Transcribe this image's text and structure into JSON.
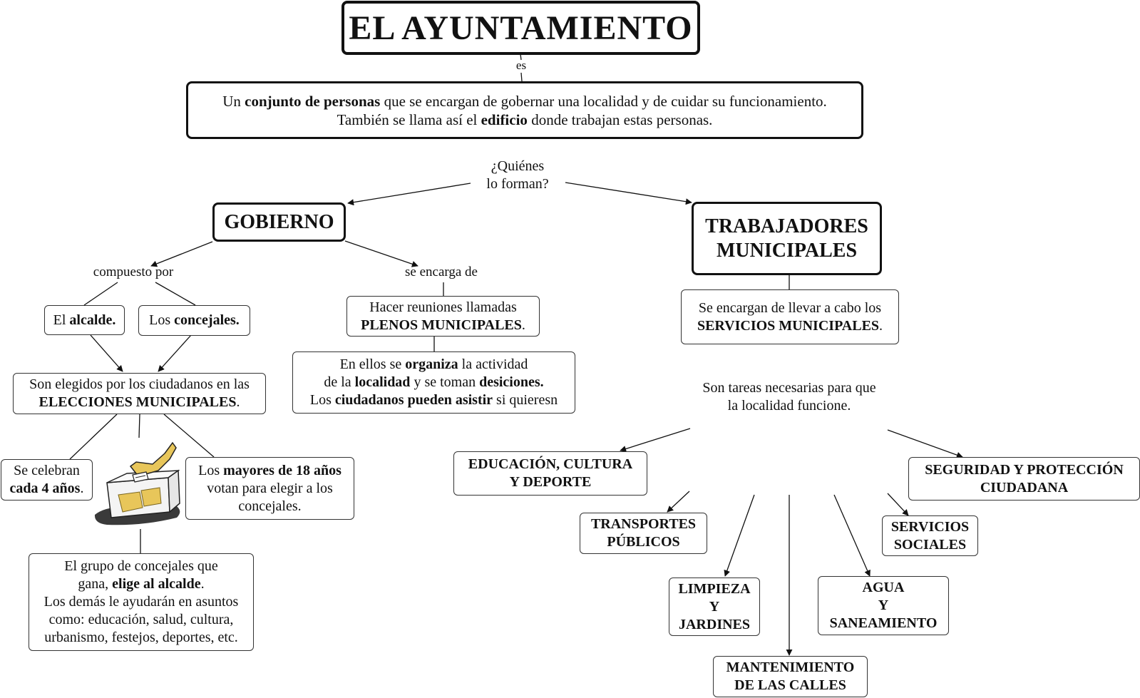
{
  "title": "EL AYUNTAMIENTO",
  "link_labels": {
    "es": "es",
    "quienes_1": "¿Quiénes",
    "quienes_2": "lo forman?",
    "compuesto": "compuesto por",
    "encarga": "se encarga de",
    "tareas_1": "Son tareas necesarias para que",
    "tareas_2": "la localidad funcione."
  },
  "definition": {
    "l1_a": "Un ",
    "l1_b": "conjunto de personas",
    "l1_c": " que se encargan de gobernar una localidad y de cuidar su funcionamiento.",
    "l2_a": "También se llama así el ",
    "l2_b": "edificio",
    "l2_c": " donde trabajan estas personas."
  },
  "gobierno": {
    "title": "GOBIERNO",
    "alcalde_a": "El ",
    "alcalde_b": "alcalde.",
    "concejales_a": "Los ",
    "concejales_b": "concejales.",
    "elecciones_1": "Son elegidos por los ciudadanos en las",
    "elecciones_2b": "ELECCIONES MUNICIPALES",
    "elecciones_2c": ".",
    "celebran_1": "Se celebran",
    "celebran_2b": "cada 4 años",
    "celebran_2c": ".",
    "mayores_1a": "Los ",
    "mayores_1b": "mayores de 18 años",
    "mayores_2": "votan para elegir a los",
    "mayores_3": "concejales.",
    "grupo_1": "El grupo de concejales que",
    "grupo_2a": "gana, ",
    "grupo_2b": "elige al alcalde",
    "grupo_2c": ".",
    "grupo_3": "Los demás le ayudarán en asuntos",
    "grupo_4": "como: educación, salud, cultura,",
    "grupo_5": "urbanismo, festejos, deportes, etc.",
    "plenos_1": "Hacer reuniones llamadas",
    "plenos_2b": "PLENOS MUNICIPALES",
    "plenos_2c": ".",
    "ellos_1a": "En ellos se ",
    "ellos_1b": "organiza",
    "ellos_1c": " la actividad",
    "ellos_2a": "de la ",
    "ellos_2b": "localidad",
    "ellos_2c": " y se toman ",
    "ellos_2d": "desiciones.",
    "ellos_3a": "Los ",
    "ellos_3b": "ciudadanos pueden asistir",
    "ellos_3c": " si quieresn"
  },
  "trabajadores": {
    "title_1": "TRABAJADORES",
    "title_2": "MUNICIPALES",
    "servicios_1": "Se encargan de llevar a cabo los",
    "servicios_2b": "SERVICIOS MUNICIPALES",
    "servicios_2c": ".",
    "educacion_1": "EDUCACIÓN, CULTURA",
    "educacion_2": "Y DEPORTE",
    "seguridad_1": "SEGURIDAD Y PROTECCIÓN",
    "seguridad_2": "CIUDADANA",
    "transportes_1": "TRANSPORTES",
    "transportes_2": "PÚBLICOS",
    "sociales_1": "SERVICIOS",
    "sociales_2": "SOCIALES",
    "limpieza_1": "LIMPIEZA",
    "limpieza_2": "Y",
    "limpieza_3": "JARDINES",
    "agua_1": "AGUA",
    "agua_2": "Y",
    "agua_3": "SANEAMIENTO",
    "mantenimiento_1": "MANTENIMIENTO",
    "mantenimiento_2": "DE LAS CALLES"
  },
  "icons": {
    "ballot": "ballot-box-icon"
  },
  "colors": {
    "ink": "#111111",
    "ballot_yellow": "#e8c65a",
    "ballot_shadow": "#3a3a3a"
  }
}
